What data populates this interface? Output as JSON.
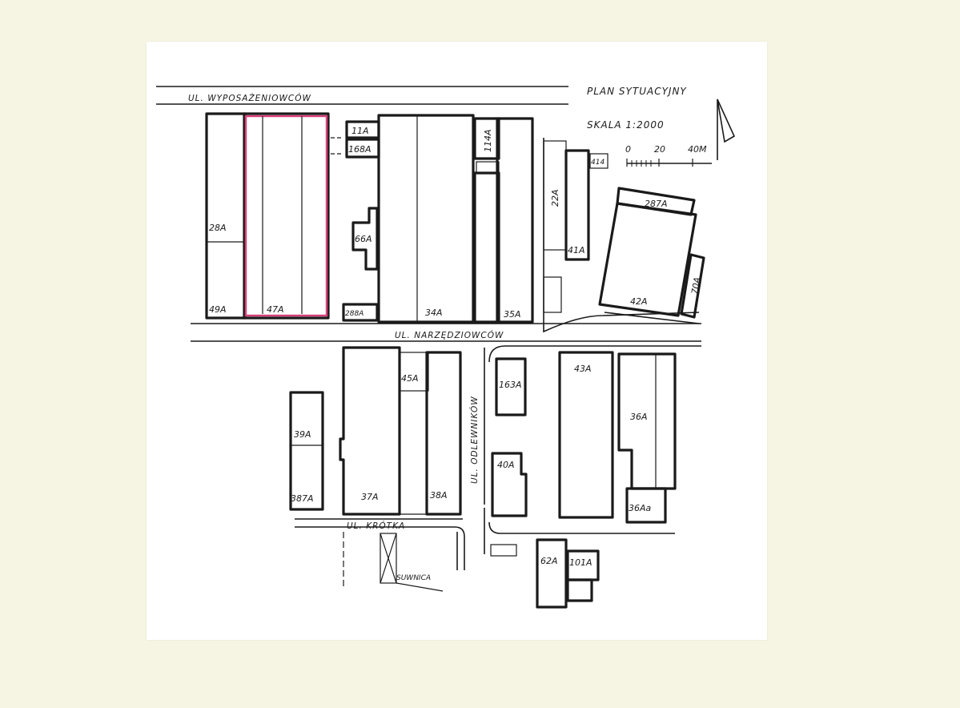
{
  "title": "PLAN SYTUACYJNY",
  "scale": {
    "label": "SKALA 1:2000",
    "ticks": [
      "0",
      "20",
      "40M"
    ]
  },
  "north_arrow": "north-arrow-icon",
  "highlight_color": "#d8407a",
  "streets": {
    "wyposazeniowcow": "UL. WYPOSAŻENIOWCÓW",
    "narzedziowcow": "UL. NARZĘDZIOWCÓW",
    "odlewnikow": "UL. ODLEWNIKÓW",
    "krotka": "UL. KRÓTKA"
  },
  "buildings": {
    "b28a": "28A",
    "b49a": "49A",
    "b47a": "47A",
    "b11a": "11A",
    "b168a": "168A",
    "b66a": "66A",
    "b288a": "288A",
    "b34a": "34A",
    "b114a": "114A",
    "b35a": "35A",
    "b22a": "22A",
    "b414": "414",
    "b41a": "41A",
    "b287a": "287A",
    "b42a": "42A",
    "b70a": "70A",
    "b39a": "39A",
    "b387a": "387A",
    "b45a": "45A",
    "b37a": "37A",
    "b38a": "38A",
    "b163a": "163A",
    "b40a": "40A",
    "b43a": "43A",
    "b36a": "36A",
    "b36aa": "36Aa",
    "b62a": "62A",
    "b101a": "101A",
    "suwnica": "SUWNICA"
  }
}
